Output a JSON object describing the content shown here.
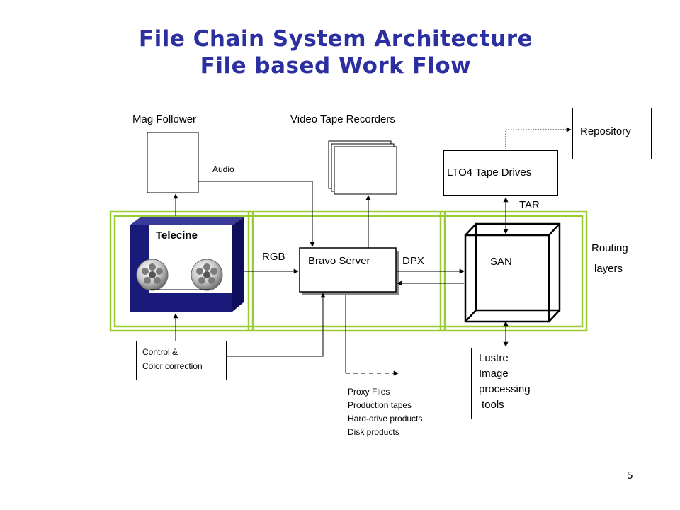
{
  "title": {
    "line1": "File Chain System Architecture",
    "line2": "File based Work Flow"
  },
  "nodes": {
    "mag_follower": "Mag Follower",
    "video_tape_recorders": "Video Tape Recorders",
    "repository": "Repository",
    "lto4": "LTO4 Tape Drives",
    "tar": "TAR",
    "telecine": "Telecine",
    "rgb": "RGB",
    "bravo_server": "Bravo Server",
    "dpx": "DPX",
    "san": "SAN",
    "routing_line1": "Routing",
    "routing_line2": "layers",
    "audio": "Audio",
    "control_line1": "Control &",
    "control_line2": "Color correction",
    "lustre_line1": "Lustre",
    "lustre_line2": "Image",
    "lustre_line3": "processing",
    "lustre_line4": "tools"
  },
  "outputs": [
    "Proxy Files",
    "Production tapes",
    "Hard-drive products",
    "Disk products"
  ],
  "page_number": "5",
  "colors": {
    "title": "#2b2fa0",
    "routing_border": "#99cc33",
    "telecine_cube": "#1a1a7a"
  }
}
